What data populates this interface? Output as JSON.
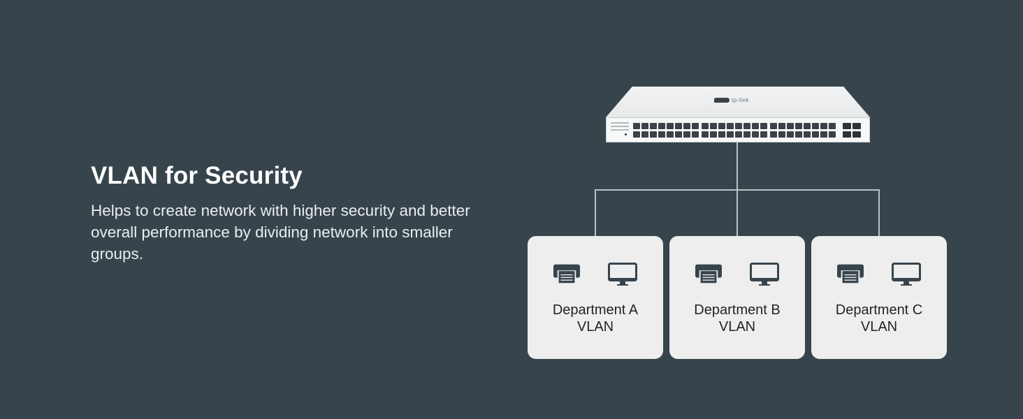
{
  "headline": "VLAN for Security",
  "description": "Helps to create network with higher security and better overall performance by dividing network into smaller groups.",
  "switch": {
    "brand": "tp-link",
    "icon": "network-switch-icon",
    "rj45_ports": 48,
    "sfp_ports": 4
  },
  "departments": [
    {
      "name": "Department A",
      "label": "VLAN",
      "icons": [
        "printer-icon",
        "monitor-icon"
      ]
    },
    {
      "name": "Department B",
      "label": "VLAN",
      "icons": [
        "printer-icon",
        "monitor-icon"
      ]
    },
    {
      "name": "Department C",
      "label": "VLAN",
      "icons": [
        "printer-icon",
        "monitor-icon"
      ]
    }
  ],
  "colors": {
    "background": "#37444c",
    "card": "#eeeeee",
    "connector": "#b9c3c8",
    "icon": "#37444c"
  }
}
